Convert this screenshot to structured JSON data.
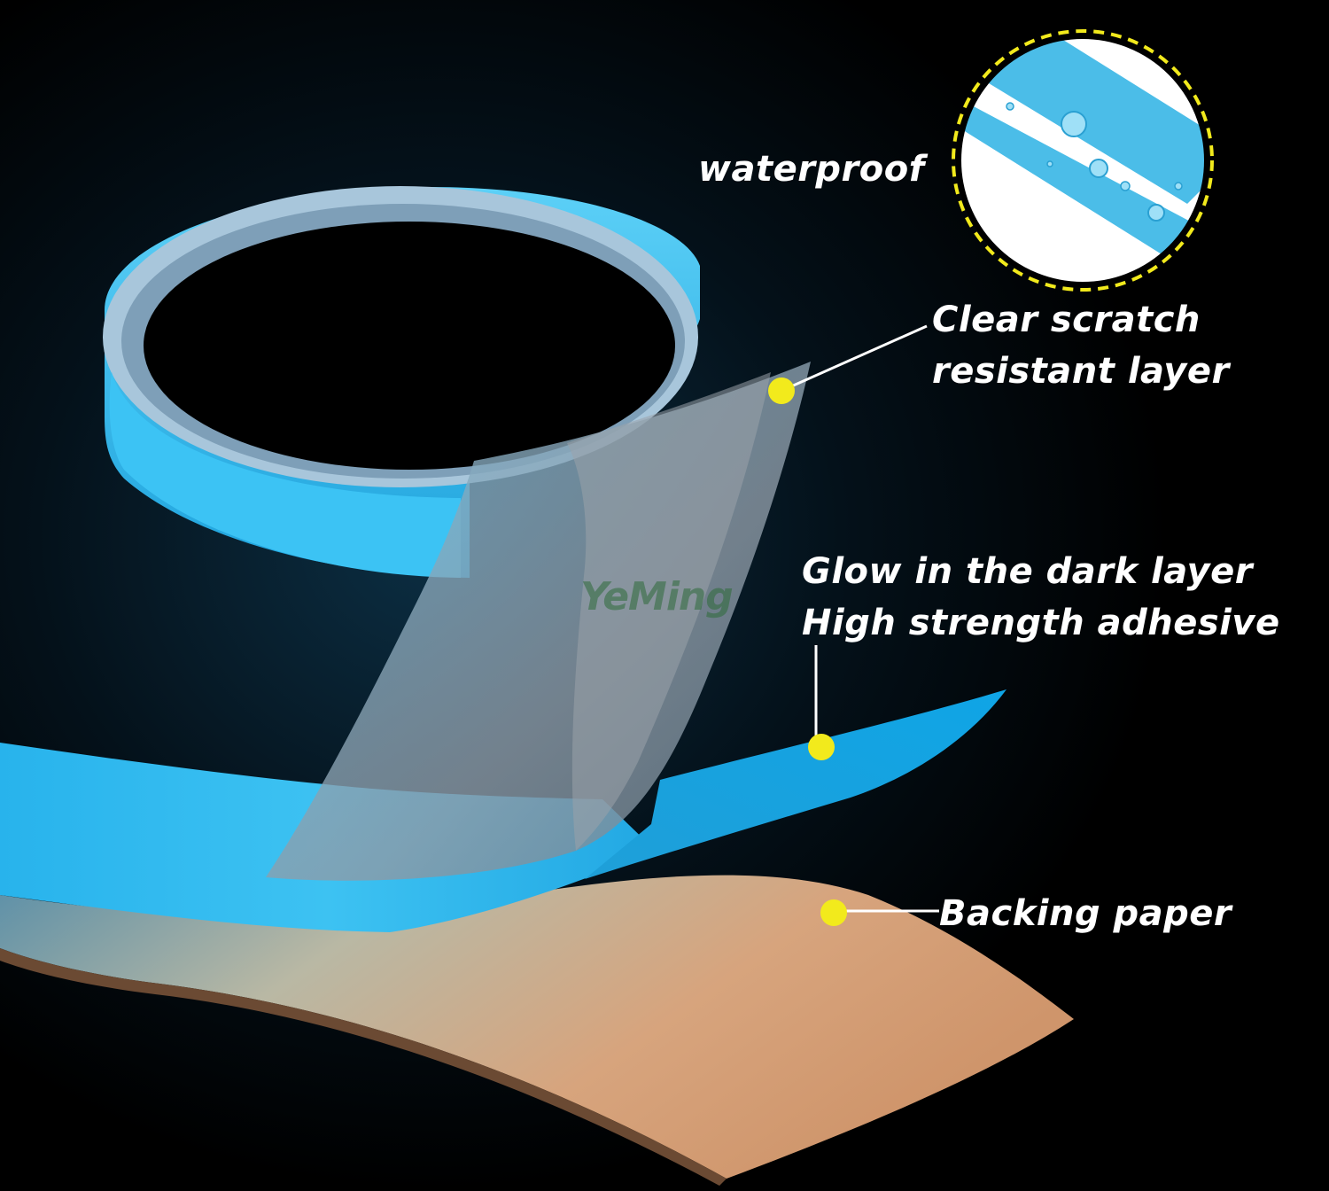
{
  "labels": {
    "waterproof": "waterproof",
    "clear_line1": "Clear scratch",
    "clear_line2": "resistant layer",
    "glow_line1": "Glow in the dark layer",
    "glow_line2": "High strength adhesive",
    "backing": "Backing paper"
  },
  "watermark": {
    "text": "YeMing"
  },
  "colors": {
    "background": "#000000",
    "glow_blue": "#2fb8ee",
    "clear_film": "#8aa6b8",
    "backing_paper": "#d9a37a",
    "callout_dot": "#f2ea1c",
    "callout_line": "#ffffff",
    "circle_border": "#f2ea1c",
    "label_text": "#ffffff"
  },
  "icons": {
    "callout_marker": "yellow-dot-icon",
    "detail_inset": "water-droplets-zoom-circle"
  }
}
